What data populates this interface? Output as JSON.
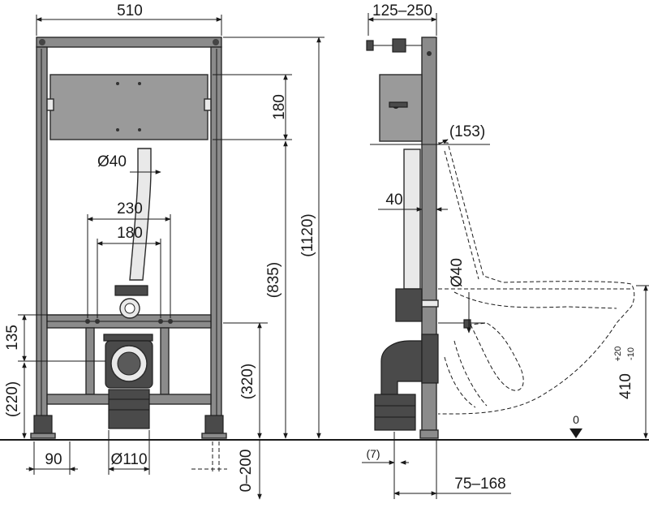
{
  "front_view": {
    "dim_width_top": "510",
    "dim_panel_height": "180",
    "dim_total_height": "(1120)",
    "dim_mount_height": "(835)",
    "dim_pipe_diameter": "Ø40",
    "dim_bolt_spacing_outer": "230",
    "dim_bolt_spacing_inner": "180",
    "dim_135": "135",
    "dim_220": "(220)",
    "dim_320": "(320)",
    "dim_foot": "90",
    "dim_drain": "Ø110",
    "dim_floor_adjust": "0–200"
  },
  "side_view": {
    "dim_depth_adjust": "125–250",
    "dim_153": "(153)",
    "dim_40": "40",
    "dim_pipe_diameter": "Ø40",
    "dim_seat_height": "410",
    "dim_tol_plus": "+20",
    "dim_tol_minus": "-10",
    "dim_floor_zero": "0",
    "dim_7": "(7)",
    "dim_wall_offset": "75–168"
  }
}
